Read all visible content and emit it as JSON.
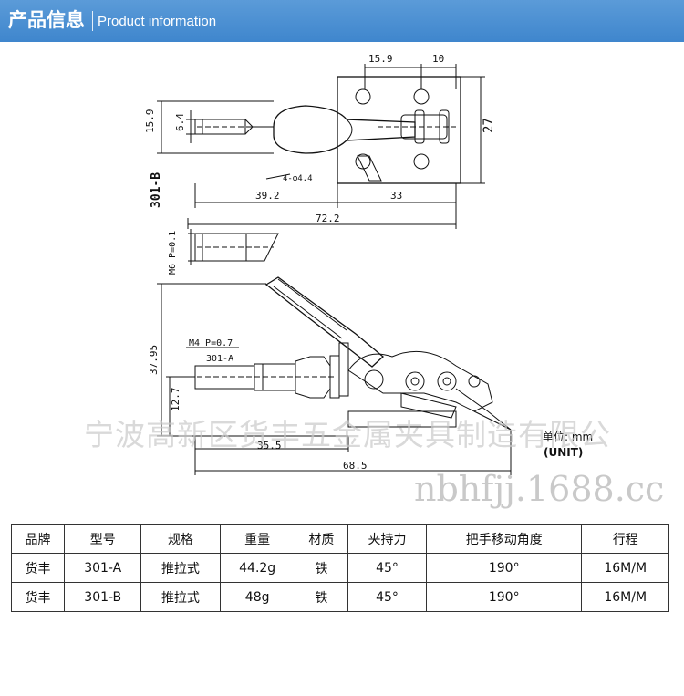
{
  "header": {
    "title_cn": "产品信息",
    "title_en": "Product information"
  },
  "drawing": {
    "dims_top": {
      "d159": "15.9",
      "d10": "10",
      "d27": "27",
      "d64": "6.4",
      "d159v": "15.9",
      "hole": "4-φ4.4",
      "d392": "39.2",
      "d33": "33",
      "d722": "72.2",
      "model_b": "301-B",
      "thread_b": "M6 P=0.1"
    },
    "dims_bottom": {
      "thread_a": "M4 P=0.7",
      "model_a": "301-A",
      "d3795": "37.95",
      "d127": "12.7",
      "d355": "35.5",
      "d685": "68.5"
    },
    "unit_cn": "单位: mm",
    "unit_en": "(UNIT)"
  },
  "watermark": {
    "company": "宁波高新区货丰五金属夹具制造有限公",
    "site": "nbhfjj.1688.cc"
  },
  "table": {
    "headers": [
      "品牌",
      "型号",
      "规格",
      "重量",
      "材质",
      "夹持力",
      "把手移动角度",
      "行程"
    ],
    "rows": [
      [
        "货丰",
        "301-A",
        "推拉式",
        "44.2g",
        "铁",
        "45°",
        "190°",
        "16M/M"
      ],
      [
        "货丰",
        "301-B",
        "推拉式",
        "48g",
        "铁",
        "45°",
        "190°",
        "16M/M"
      ]
    ]
  }
}
